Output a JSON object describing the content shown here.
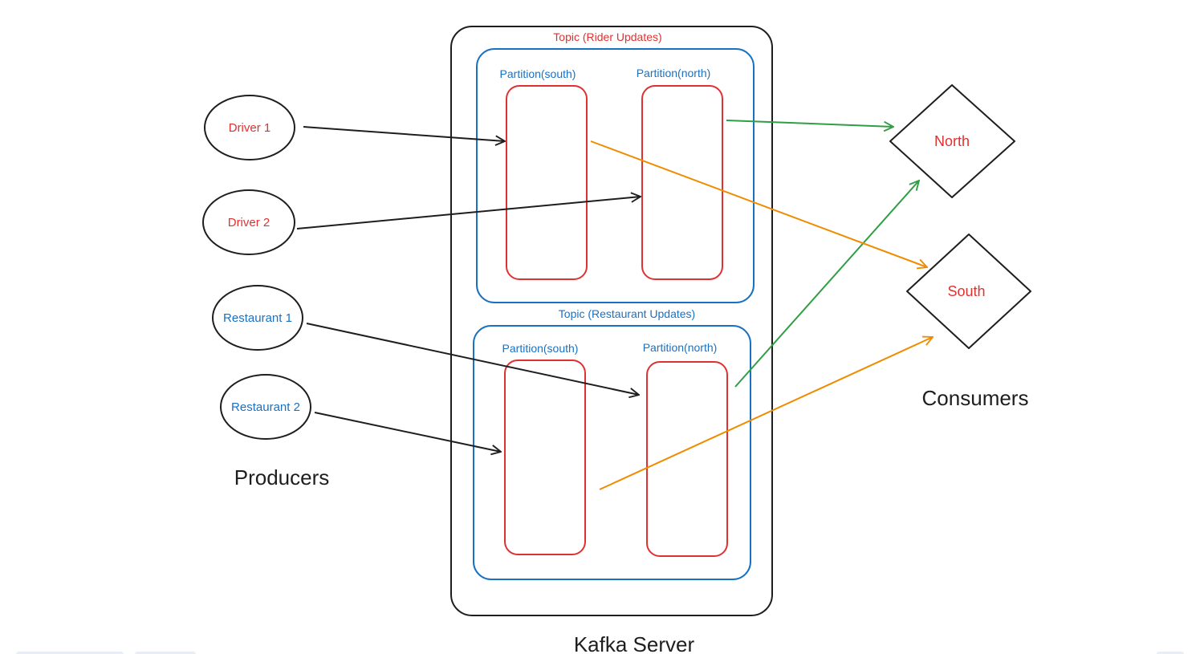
{
  "colors": {
    "black": "#1e1e1e",
    "red": "#e03131",
    "blue": "#1971c2",
    "green": "#2f9e44",
    "orange": "#f08c00"
  },
  "server": {
    "label": "Kafka Server"
  },
  "topics": [
    {
      "label": "Topic (Rider Updates)",
      "partitions": [
        {
          "label": "Partition(south)"
        },
        {
          "label": "Partition(north)"
        }
      ]
    },
    {
      "label": "Topic (Restaurant Updates)",
      "partitions": [
        {
          "label": "Partition(south)"
        },
        {
          "label": "Partition(north)"
        }
      ]
    }
  ],
  "producers": {
    "group_label": "Producers",
    "items": [
      {
        "label": "Driver 1"
      },
      {
        "label": "Driver 2"
      },
      {
        "label": "Restaurant 1"
      },
      {
        "label": "Restaurant 2"
      }
    ]
  },
  "consumers": {
    "group_label": "Consumers",
    "items": [
      {
        "label": "North"
      },
      {
        "label": "South"
      }
    ]
  }
}
